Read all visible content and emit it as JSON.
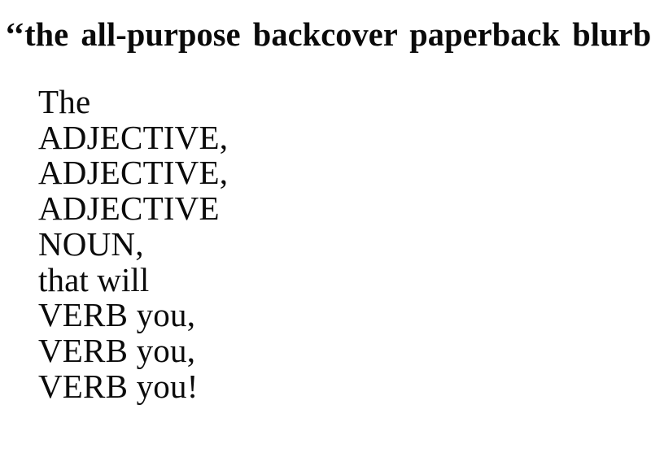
{
  "document": {
    "background_color": "#ffffff",
    "text_color": "#000000",
    "heading": "‘‘the all-purpose backcover paperback blurb,’’",
    "blurb_lines": [
      {
        "text": "The",
        "style": "mixed"
      },
      {
        "text": "ADJECTIVE,",
        "style": "caps"
      },
      {
        "text": "ADJECTIVE,",
        "style": "caps"
      },
      {
        "text": "ADJECTIVE",
        "style": "caps"
      },
      {
        "text": "NOUN,",
        "style": "caps"
      },
      {
        "text": "that will",
        "style": "lower"
      },
      {
        "text": "VERB you,",
        "style": "mixed"
      },
      {
        "text": "VERB you,",
        "style": "mixed"
      },
      {
        "text": "VERB you!",
        "style": "mixed"
      }
    ]
  }
}
